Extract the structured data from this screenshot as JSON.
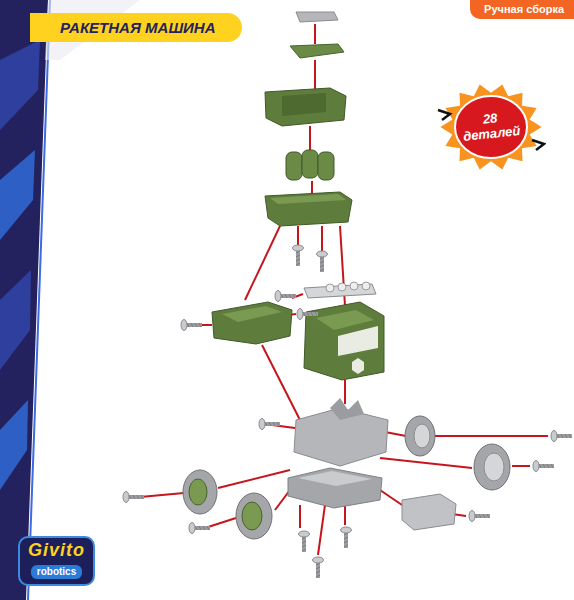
{
  "diagram": {
    "title": "РАКЕТНАЯ МАШИНА",
    "nodes": [
      {
        "text": [
          "Ручная сборка"
        ]
      },
      {
        "text": [
          "28 деталей"
        ]
      },
      {
        "text": [
          "Givito",
          "robotics"
        ]
      }
    ]
  }
}
